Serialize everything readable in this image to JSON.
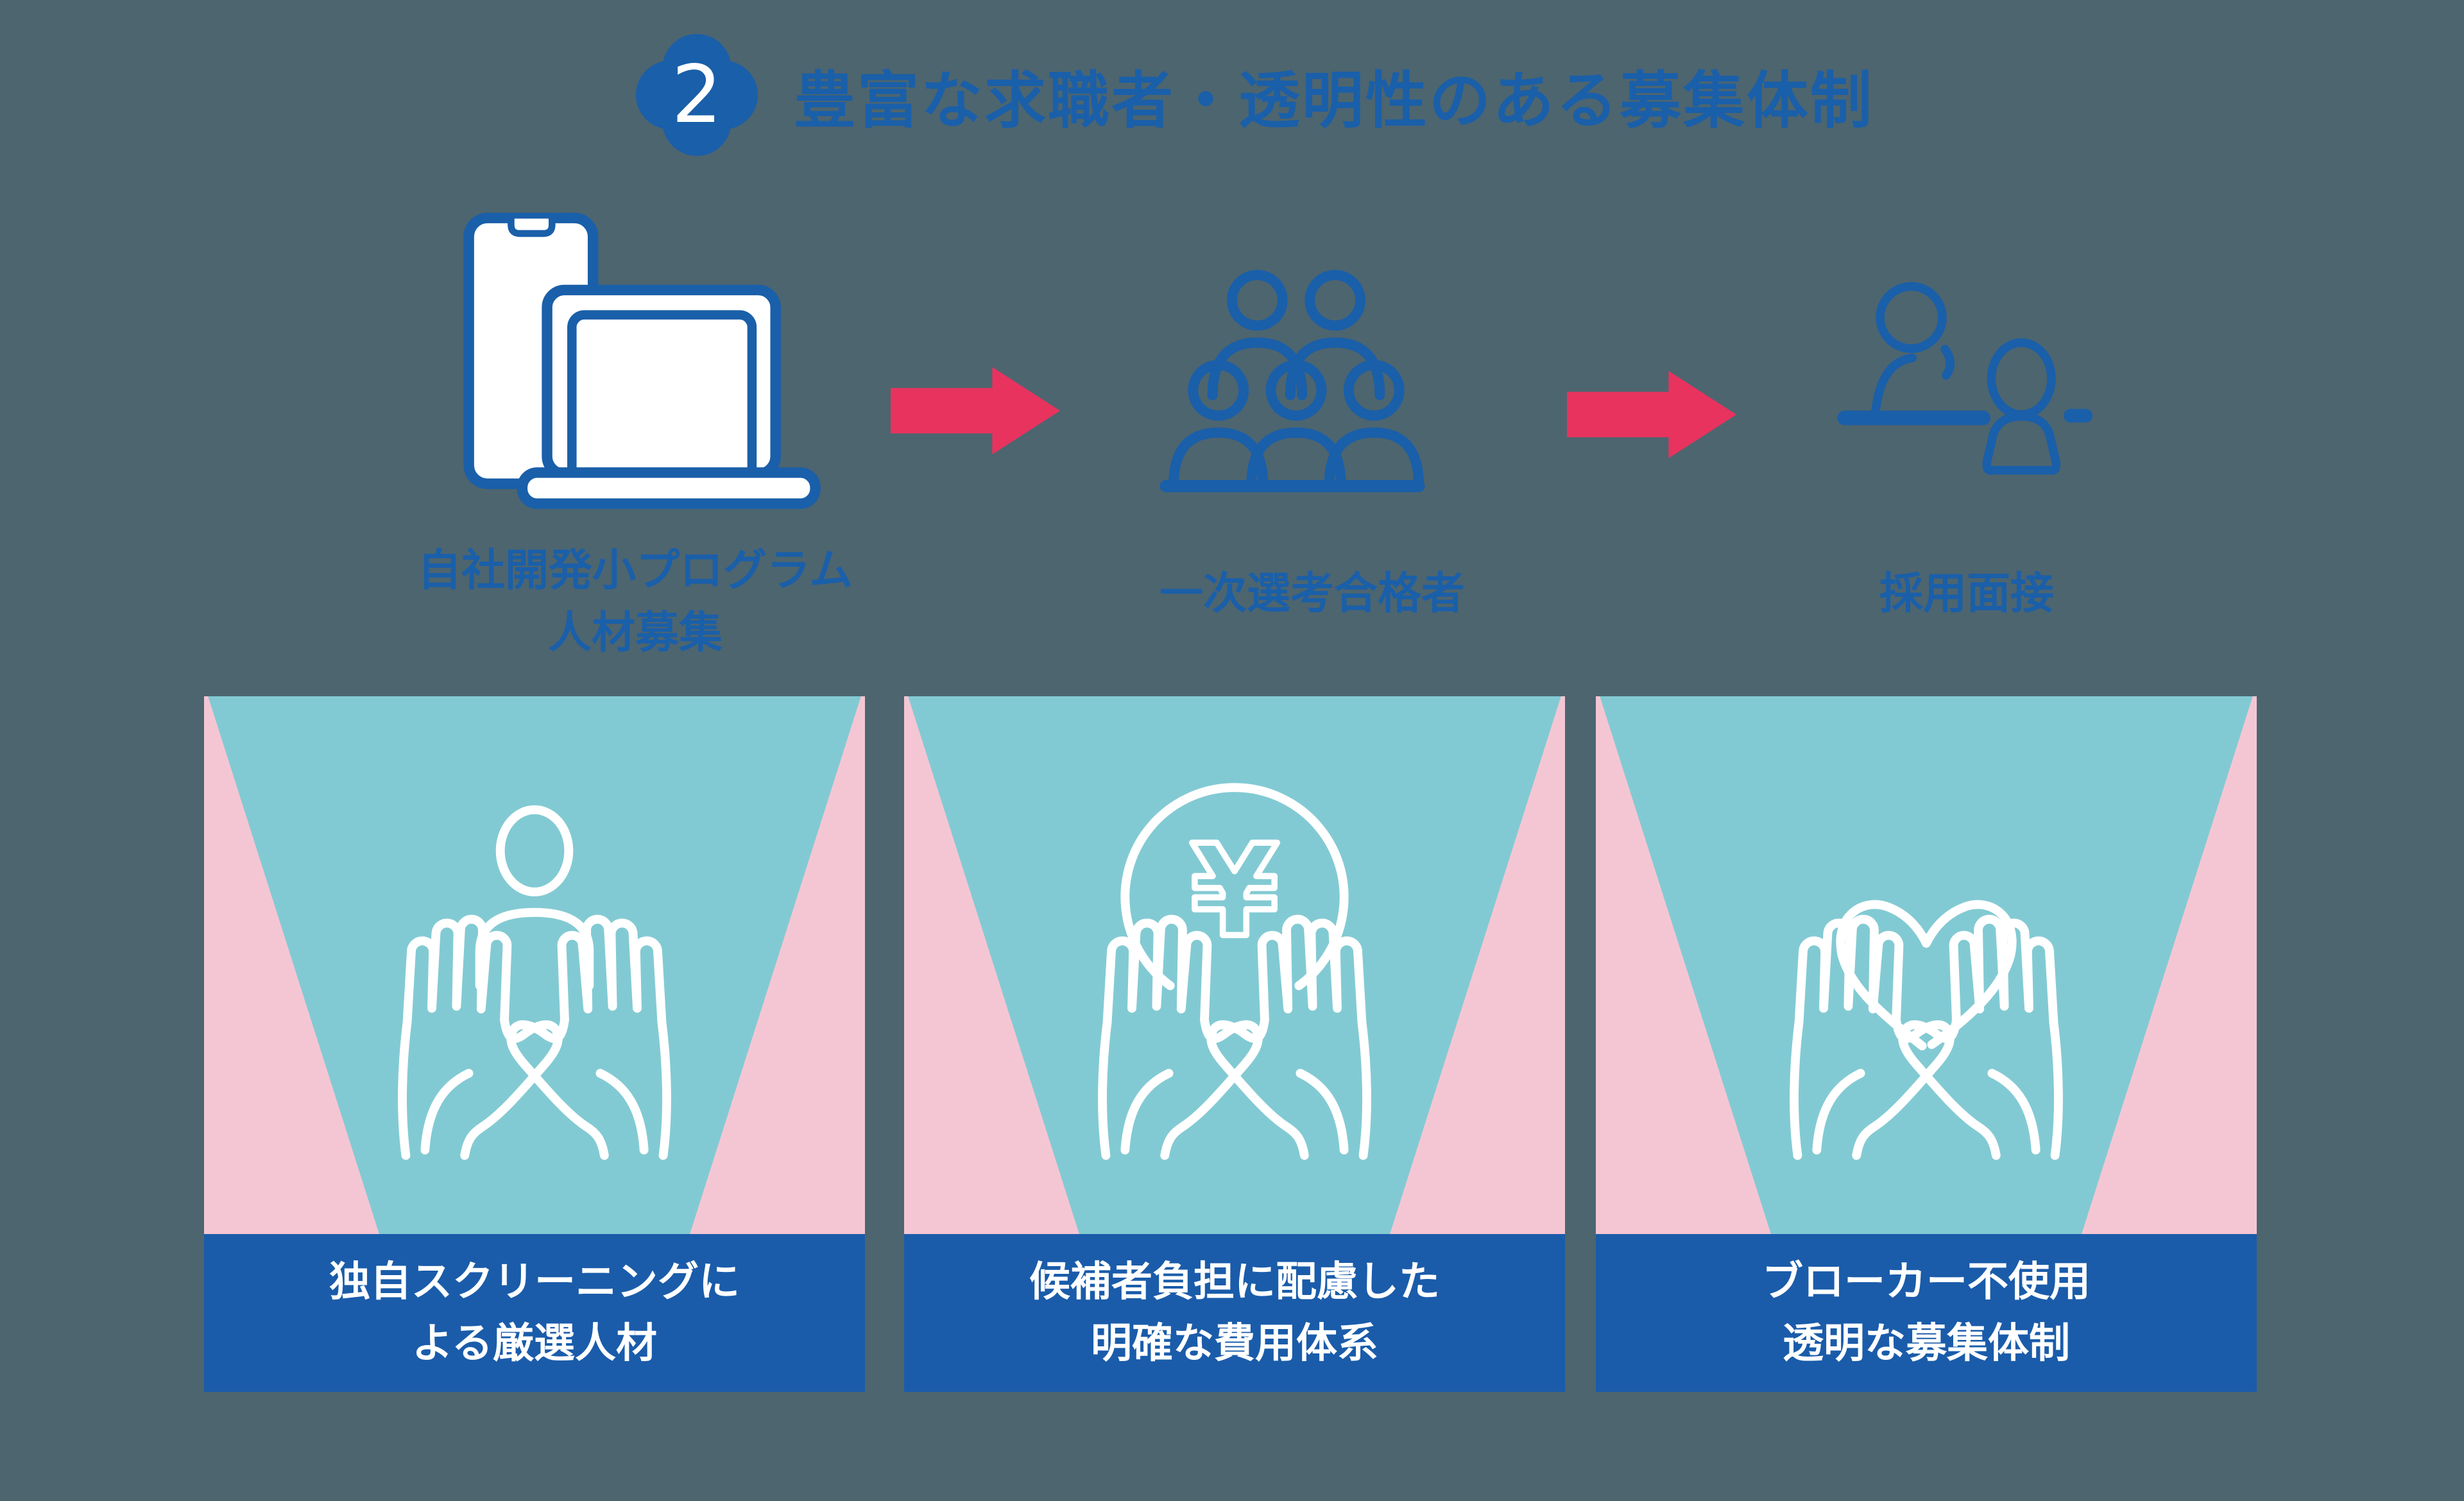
{
  "header": {
    "step_number": "2",
    "title": "豊富な求職者・透明性のある募集体制"
  },
  "flow": {
    "steps": [
      {
        "icon": "phone-laptop-icon",
        "label_line1": "自社開発小プログラム",
        "label_line2": "人材募集"
      },
      {
        "icon": "applicant-group-icon",
        "label": "一次選考合格者"
      },
      {
        "icon": "interview-icon",
        "label": "採用面接"
      }
    ]
  },
  "cards": [
    {
      "icon": "person-in-hands-icon",
      "line1": "独自スクリーニングに",
      "line2": "よる厳選人材"
    },
    {
      "icon": "yen-coin-in-hands-icon",
      "symbol": "¥",
      "line1": "候補者負担に配慮した",
      "line2": "明確な費用体系"
    },
    {
      "icon": "heart-in-hands-icon",
      "line1": "ブローカー不使用",
      "line2": "透明な募集体制"
    }
  ],
  "colors": {
    "background": "#4d656f",
    "primary_blue": "#1a5fa9",
    "bar_blue": "#1a5caa",
    "teal": "#82cad3",
    "pink": "#f4c6d4",
    "arrow_red": "#e8335f",
    "icon_white": "#ffffff"
  }
}
